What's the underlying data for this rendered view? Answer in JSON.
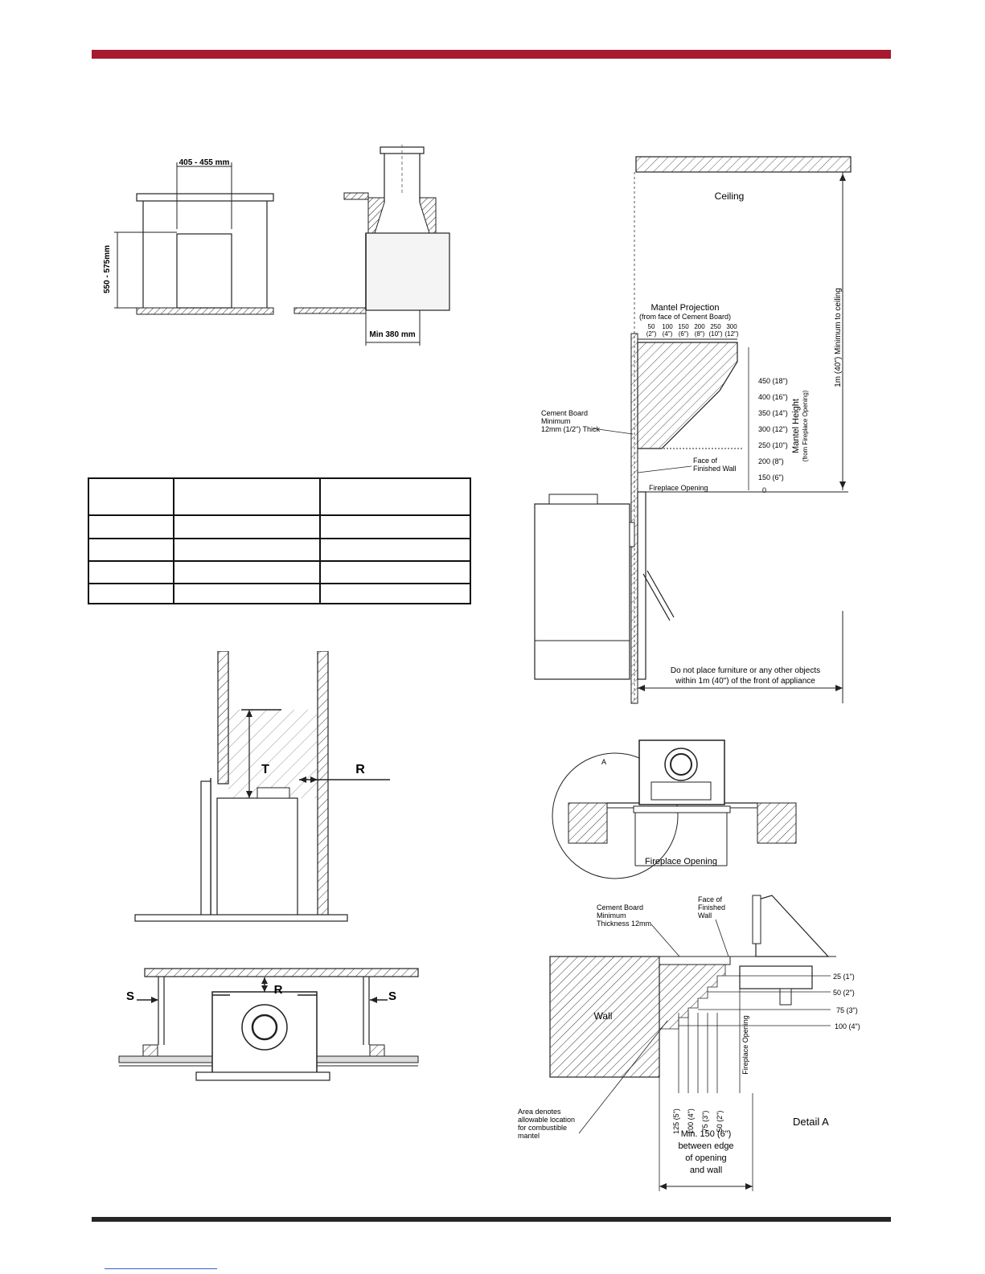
{
  "colors": {
    "accent_bar": "#a6192e",
    "footer_bar": "#262626",
    "line": "#111111"
  },
  "fig_front": {
    "width_dim": "405 - 455 mm",
    "height_dim": "550 - 575mm"
  },
  "fig_side": {
    "depth_dim": "Min 380 mm"
  },
  "table": {
    "rows": 5,
    "cols": 3
  },
  "fig_clearance_side": {
    "label_t": "T",
    "label_r": "R"
  },
  "fig_clearance_top": {
    "label_s_left": "S",
    "label_r": "R",
    "label_s_right": "S"
  },
  "mantel": {
    "ceiling_label": "Ceiling",
    "min_ceiling": "1m (40\") Minimum to ceiling",
    "projection_title": "Mantel Projection",
    "projection_sub": "(from face of Cement Board)",
    "projection_mm": [
      "50",
      "100",
      "150",
      "200",
      "250",
      "300"
    ],
    "projection_in": [
      "(2\")",
      "(4\")",
      "(6\")",
      "(8\")",
      "(10\")",
      "(12\")"
    ],
    "height_ticks": [
      "450 (18\")",
      "400 (16\")",
      "350 (14\")",
      "300 (12\")",
      "250 (10\")",
      "200 (8\")",
      "150 (6\")",
      "0"
    ],
    "height_title": "Mantel Height",
    "height_sub": "(from Fireplace Opening)",
    "cement_board": [
      "Cement Board",
      "Minimum",
      "12mm (1/2\") Thick"
    ],
    "face_finished": [
      "Face of",
      "Finished Wall"
    ],
    "fireplace_opening": "Fireplace Opening",
    "furniture_note": [
      "Do not place furniture or any other objects",
      "within 1m (40\") of the front of appliance"
    ]
  },
  "plan": {
    "label_a": "A",
    "fireplace_opening": "Fireplace Opening"
  },
  "detail": {
    "cement_board": [
      "Cement Board",
      "Minimum",
      "Thickness 12mm"
    ],
    "face_finished": [
      "Face of",
      "Finished",
      "Wall"
    ],
    "wall": "Wall",
    "right_ticks": [
      "25 (1\")",
      "50 (2\")",
      "75 (3\")",
      "100 (4\")"
    ],
    "bottom_ticks": [
      "125 (5\")",
      "100 (4\")",
      "75 (3\")",
      "50 (2\")"
    ],
    "fireplace_opening": "Fireplace Opening",
    "area_note": [
      "Area denotes",
      "allowable location",
      "for combustible",
      "mantel"
    ],
    "detail_label": "Detail A",
    "min_note": [
      "Min. 150 (6\")",
      "between edge",
      "of opening",
      "and wall"
    ]
  }
}
